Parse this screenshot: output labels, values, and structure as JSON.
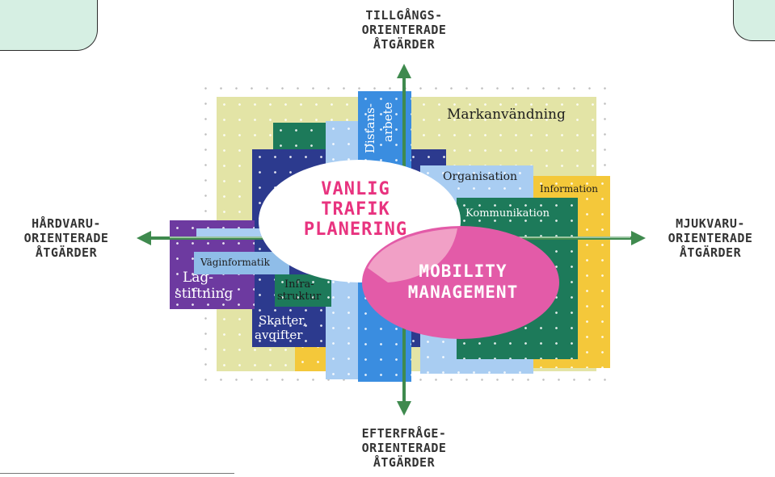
{
  "axes": {
    "top": [
      "TILLGÅNGS-",
      "ORIENTERADE",
      "ÅTGÄRDER"
    ],
    "bottom": [
      "EFTERFRÅGE-",
      "ORIENTERADE",
      "ÅTGÄRDER"
    ],
    "left": [
      "HÅRDVARU-",
      "ORIENTERADE",
      "ÅTGÄRDER"
    ],
    "right": [
      "MJUKVARU-",
      "ORIENTERADE",
      "ÅTGÄRDER"
    ]
  },
  "ellipses": {
    "traffic_planning": [
      "VANLIG",
      "TRAFIK",
      "PLANERING"
    ],
    "mobility_management": [
      "MOBILITY",
      "MANAGEMENT"
    ]
  },
  "measures": {
    "land_use": "Markanvändning",
    "remote_work_1": "Distans-",
    "remote_work_2": "arbete",
    "organisation": "Organisation",
    "information": "Information",
    "communication": "Kommunikation",
    "road_info": "Väginformatik",
    "legislation_1": "Lag-",
    "legislation_2": "stiftning",
    "infra_1": "Infra-",
    "infra_2": "struktur",
    "taxes_1": "Skatter,",
    "taxes_2": "avgifter"
  },
  "colors": {
    "yellow_beige": "#e3e4a6",
    "dark_green": "#1d7a5a",
    "navy": "#2c3a8e",
    "light_blue": "#a9cdf2",
    "mid_blue": "#3a8de0",
    "yellow": "#f4c83a",
    "purple": "#6d3aa0",
    "pink": "#e35ba8",
    "magenta_text": "#e8337f",
    "arrow_green": "#3f8a4e"
  }
}
